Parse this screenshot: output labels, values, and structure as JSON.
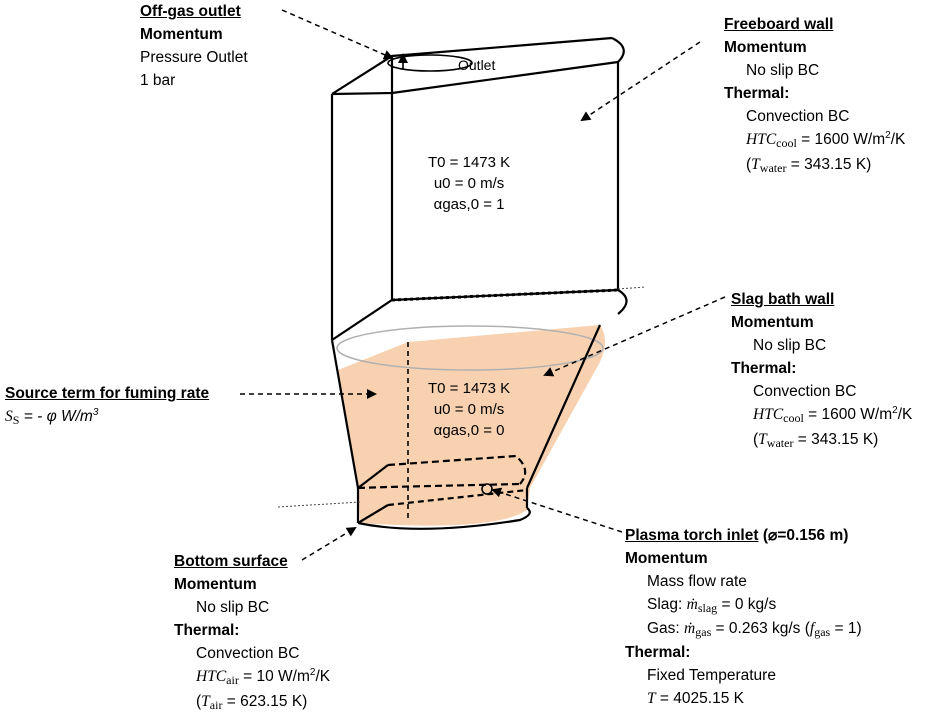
{
  "vessel": {
    "outlet_label": "Outlet",
    "freeboard_conditions": {
      "temp": "T0 = 1473 K",
      "velocity": "u0 = 0 m/s",
      "alpha": "αgas,0 = 1"
    },
    "slag_conditions": {
      "temp": "T0 = 1473 K",
      "velocity": "u0 = 0 m/s",
      "alpha": "αgas,0 = 0"
    },
    "slag_fill_color": "#f8d2b0",
    "slag_edge_color": "#8b5a2b"
  },
  "offgas": {
    "title": "Off-gas outlet",
    "section": "Momentum",
    "line1": "Pressure Outlet",
    "line2": "1 bar"
  },
  "freeboard": {
    "title": "Freeboard wall",
    "momentum": "Momentum",
    "momentum_bc": "No slip BC",
    "thermal": "Thermal:",
    "thermal_bc": "Convection BC",
    "htc_label": "HTC",
    "htc_sub": "cool",
    "htc_value": " = 1600 W/m",
    "htc_tail": "/K",
    "t_label": "T",
    "t_sub": "water",
    "t_value": " = 343.15 K)"
  },
  "slagwall": {
    "title": "Slag bath wall",
    "momentum": "Momentum",
    "momentum_bc": "No slip BC",
    "thermal": "Thermal:",
    "thermal_bc": "Convection BC",
    "htc_label": "HTC",
    "htc_sub": "cool",
    "htc_value": " = 1600 W/m",
    "htc_tail": "/K",
    "t_label": "T",
    "t_sub": "water",
    "t_value": " = 343.15 K)"
  },
  "source": {
    "title": "Source term for fuming rate",
    "eq_lhs": "S",
    "eq_sub": "S",
    "eq_rhs": " = - φ W/m"
  },
  "bottom": {
    "title": "Bottom surface",
    "momentum": "Momentum",
    "momentum_bc": "No slip BC",
    "thermal": "Thermal:",
    "thermal_bc": "Convection BC",
    "htc_label": "HTC",
    "htc_sub": "air",
    "htc_value": " = 10 W/m",
    "htc_tail": "/K",
    "t_label": "T",
    "t_sub": "air",
    "t_value": " = 623.15 K)"
  },
  "plasma": {
    "title": "Plasma torch inlet",
    "diameter": " (⌀=0.156 m)",
    "momentum": "Momentum",
    "mass_flow": "Mass flow rate",
    "slag_prefix": "Slag: ",
    "slag_m": "ṁ",
    "slag_sub": "slag",
    "slag_value": " = 0 kg/s",
    "gas_prefix": "Gas: ",
    "gas_m": "ṁ",
    "gas_sub": "gas",
    "gas_value": " = 0.263 kg/s (",
    "f_label": "f",
    "f_sub": "gas",
    "f_value": " = 1)",
    "thermal": "Thermal:",
    "fixed": "Fixed Temperature",
    "t_label": "T",
    "t_value": " = 4025.15 K"
  }
}
